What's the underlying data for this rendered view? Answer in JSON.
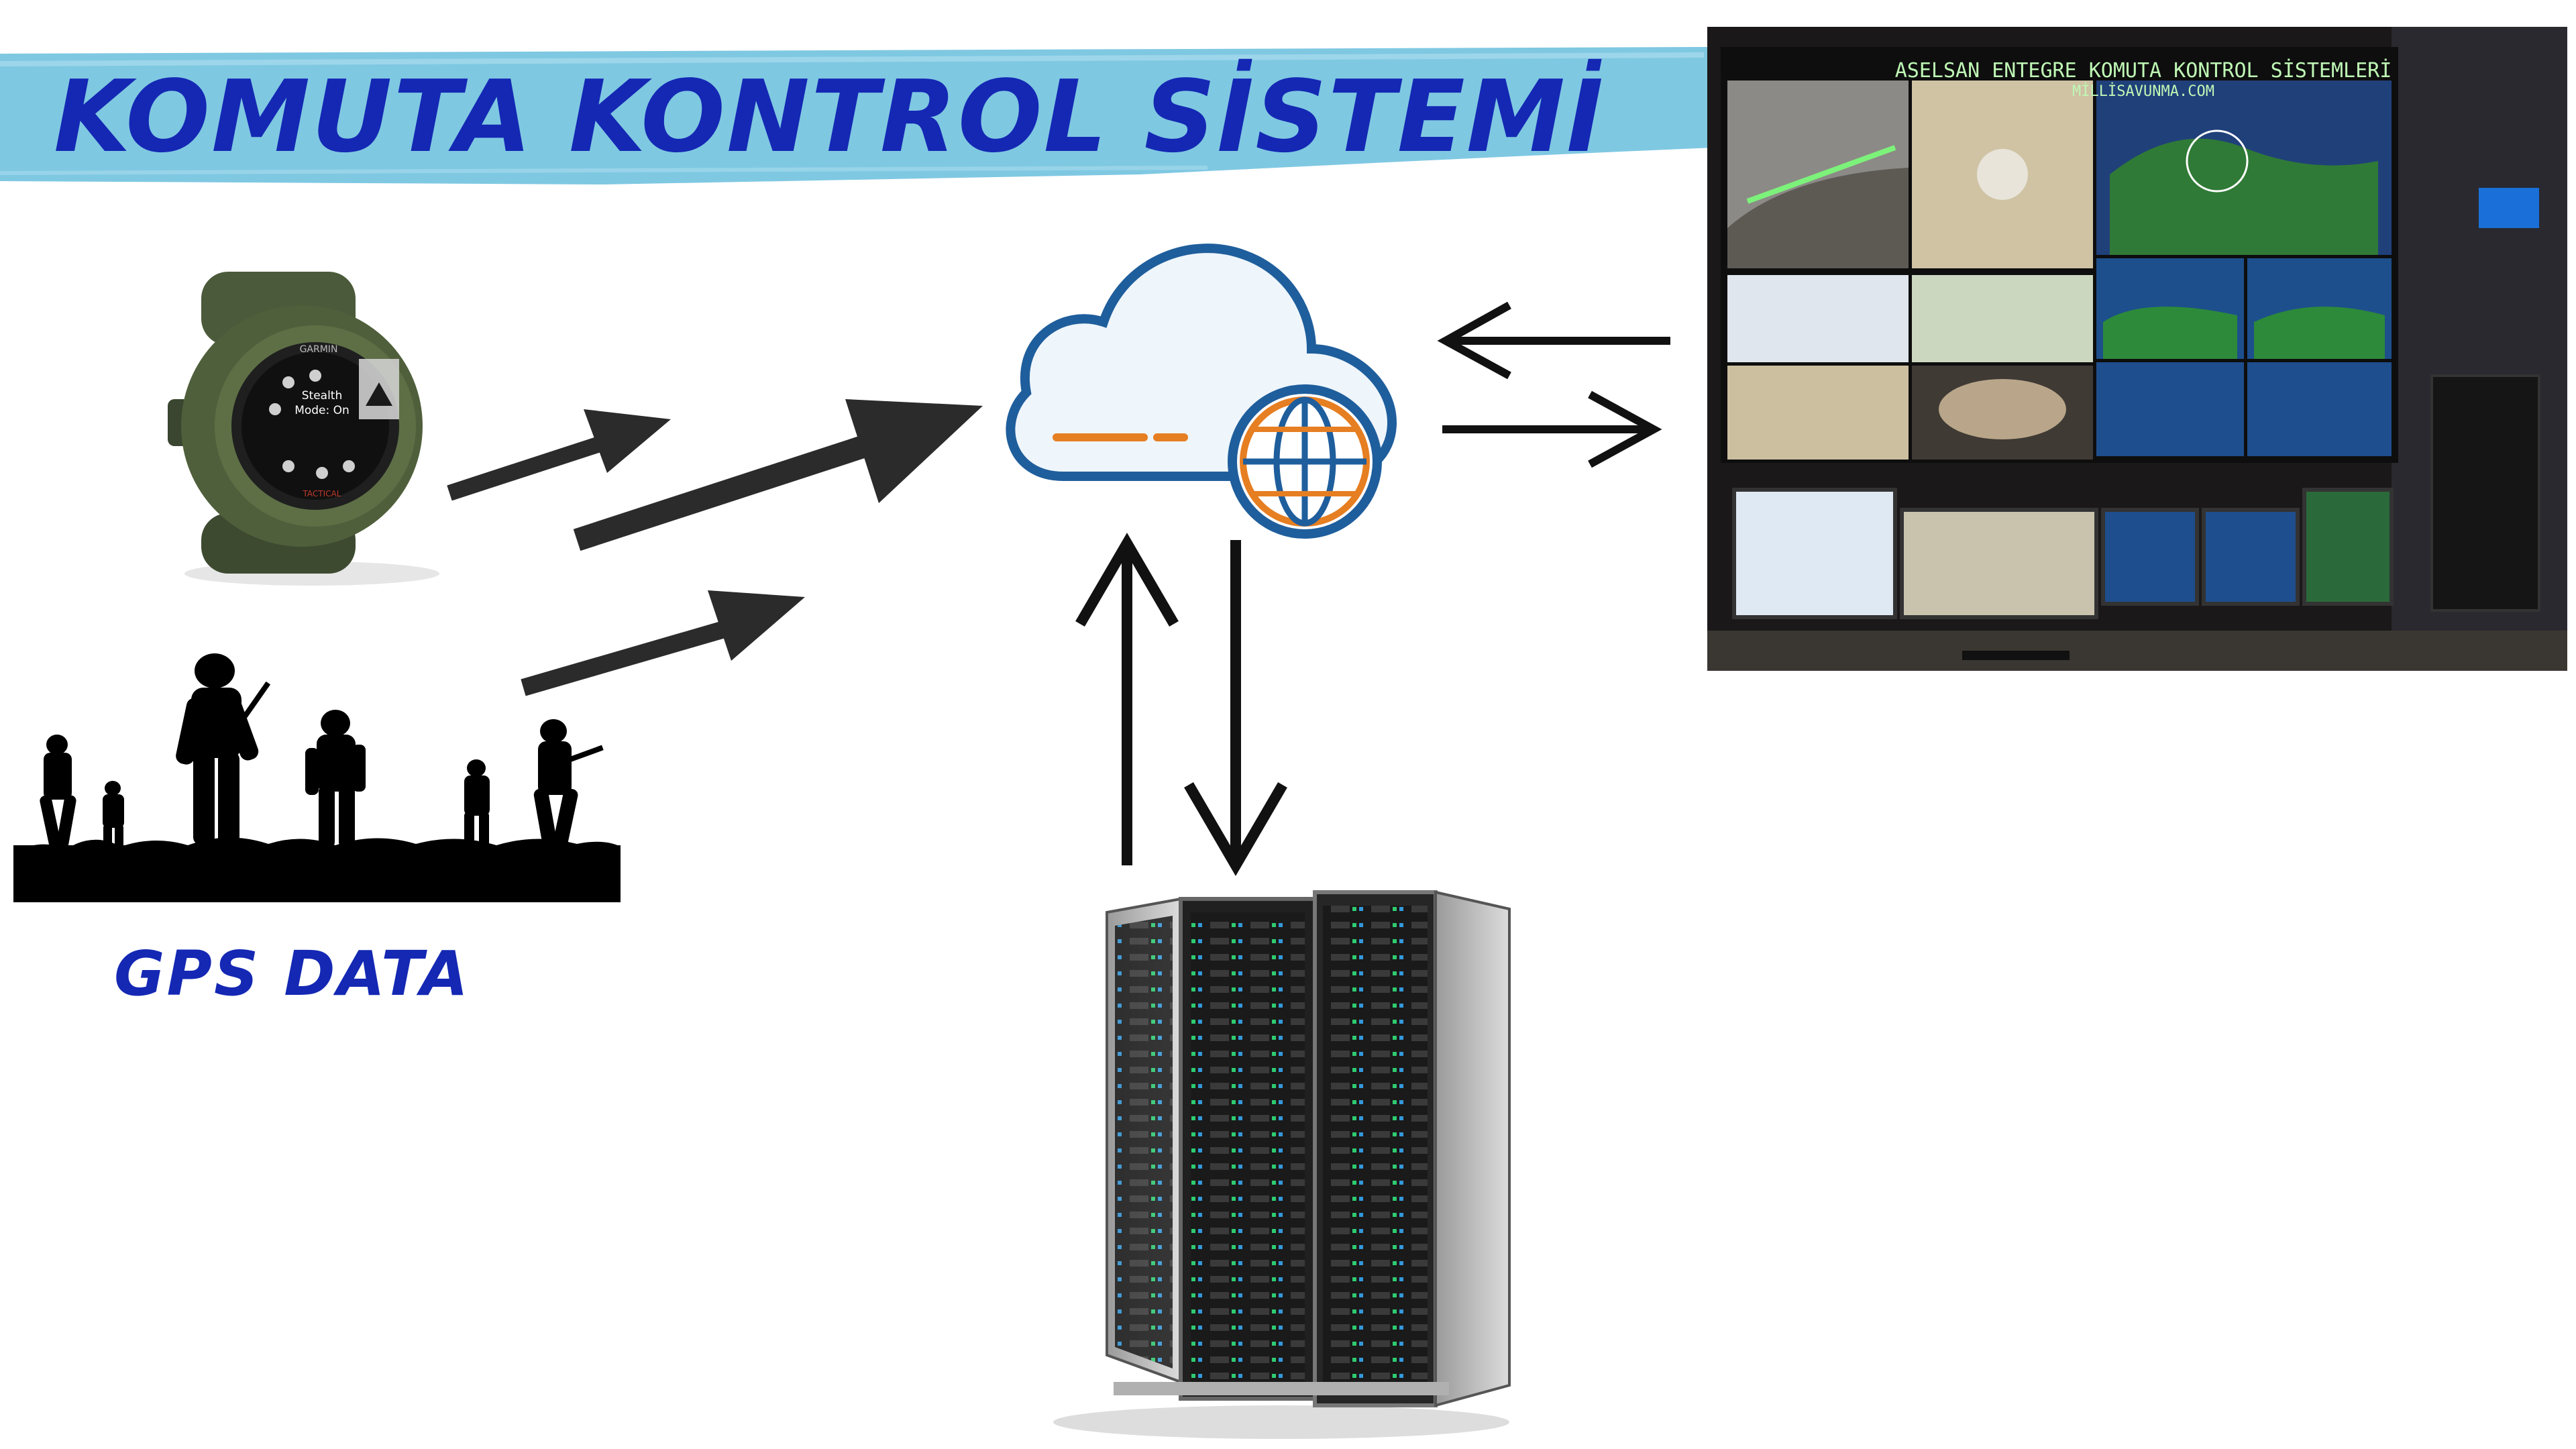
{
  "diagram": {
    "title": "KOMUTA KONTROL SİSTEMİ",
    "source_label": "GPS DATA",
    "control_room": {
      "header": "ASELSAN ENTEGRE KOMUTA KONTROL SİSTEMLERİ",
      "subheader": "MİLLİSAVUNMA.COM"
    },
    "watch_screen": {
      "brand": "GARMIN",
      "line1": "Stealth",
      "line2": "Mode: On",
      "footer": "TACTICAL"
    },
    "colors": {
      "title_text": "#1428b4",
      "banner": "#7fc8e2",
      "cloud_outline": "#1f5e9c",
      "cloud_accent": "#e67e22",
      "arrow_fill": "#2b2b2b"
    },
    "icons": [
      "smartwatch-icon",
      "soldiers-silhouette-icon",
      "cloud-globe-icon",
      "server-rack-icon",
      "control-room-photo"
    ]
  }
}
